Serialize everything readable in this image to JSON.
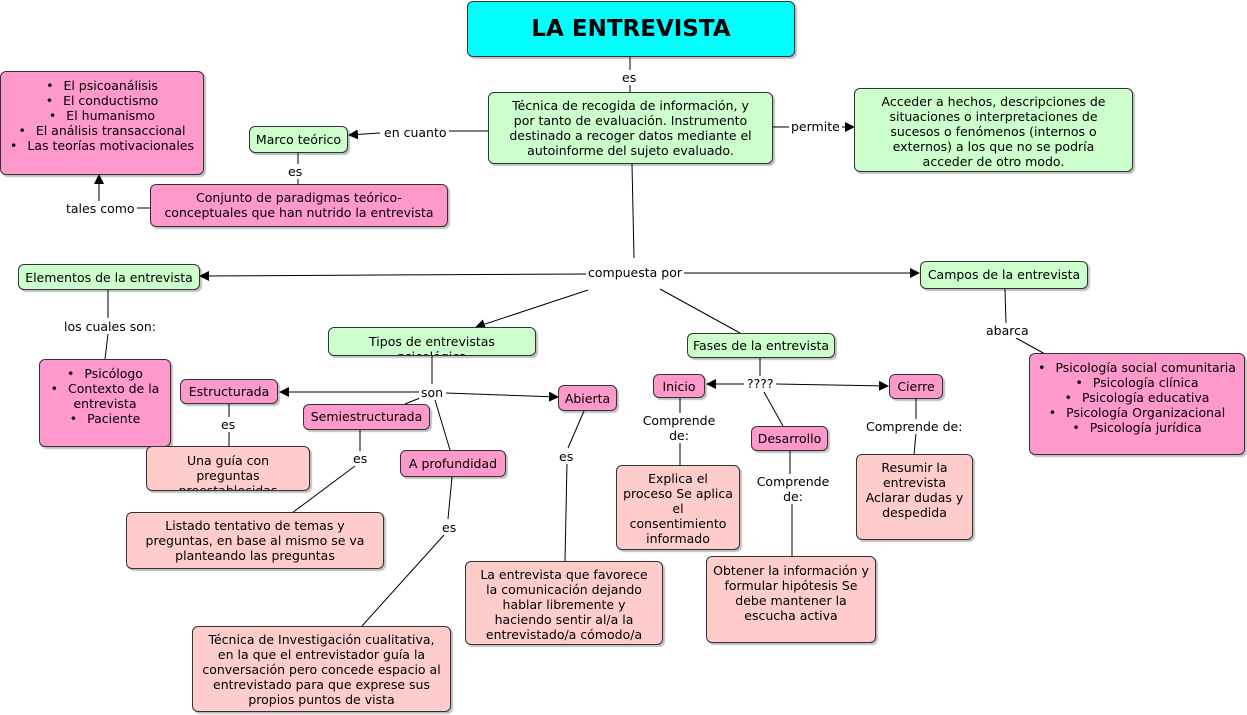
{
  "title": "LA ENTREVISTA",
  "nodes": {
    "definition": "Técnica  de recogida de información, y por tanto de evaluación. Instrumento destinado a recoger datos mediante el autoinforme del sujeto evaluado.",
    "permits_text": "Acceder a hechos, descripciones de situaciones o interpretaciones de sucesos o fenómenos (internos o externos) a los que no se podría acceder de otro modo.",
    "marco_teorico": "Marco teórico",
    "paradigmas": "Conjunto de paradigmas teórico-conceptuales que han nutrido la entrevista",
    "theories": [
      "El psicoanálisis",
      "El conductismo",
      "El humanismo",
      "El análisis transaccional",
      "Las teorías motivacionales"
    ],
    "elementos": "Elementos de la entrevista",
    "elementos_list": [
      "Psicólogo",
      "Contexto de la entrevista",
      "Paciente"
    ],
    "campos": "Campos de la entrevista",
    "campos_list": [
      "Psicología social comunitaria",
      "Psicología clínica",
      "Psicología educativa",
      "Psicología Organizacional",
      "Psicología jurídica"
    ],
    "tipos": "Tipos de entrevistas psicológica",
    "estructurada": "Estructurada",
    "estructurada_desc": "Una guía con preguntas preestablecidas",
    "semiestructurada": "Semiestructurada",
    "semiestructurada_desc": "Listado tentativo de temas y preguntas, en base al mismo se va planteando las preguntas",
    "profundidad": "A profundidad",
    "profundidad_desc": "Técnica de Investigación cualitativa, en la que el entrevistador guía la conversación pero concede espacio al entrevistado para que exprese sus propios puntos de vista",
    "abierta": "Abierta",
    "abierta_desc": "La entrevista que favorece la comunicación dejando hablar libremente y haciendo sentir al/a la entrevistado/a cómodo/a",
    "fases": "Fases de la entrevista",
    "inicio": "Inicio",
    "inicio_desc": "Explica el proceso Se aplica el consentimiento informado",
    "desarrollo": "Desarrollo",
    "desarrollo_desc": "Obtener la información y formular hipótesis Se debe mantener la escucha activa",
    "cierre": "Cierre",
    "cierre_desc": "Resumir la entrevista Aclarar dudas y despedida"
  },
  "links": {
    "es_top": "es",
    "en_cuanto": "en cuanto",
    "permite": "permite",
    "es_marco": "es",
    "tales_como": "tales como",
    "compuesta_por": "compuesta por",
    "los_cuales": "los cuales son:",
    "abarca": "abarca",
    "son": "son",
    "es_estr": "es",
    "es_semi": "es",
    "es_prof": "es",
    "es_abierta": "es",
    "qqqq": "????",
    "comprende_inicio": "Comprende de:",
    "comprende_desarrollo": "Comprende de:",
    "comprende_cierre": "Comprende de:"
  }
}
